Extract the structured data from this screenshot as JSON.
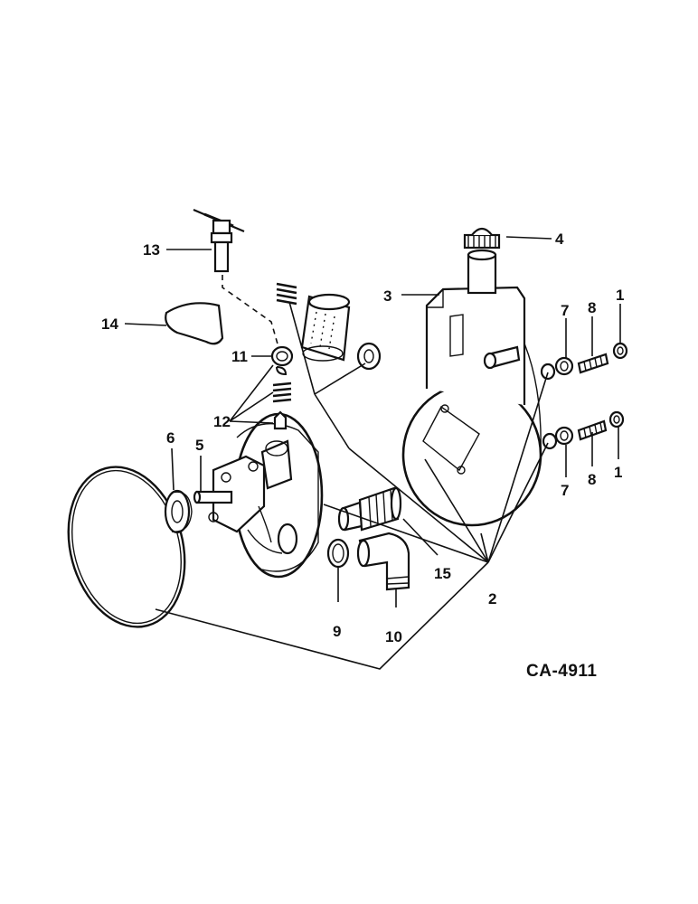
{
  "figure_id": "CA-4911",
  "callouts": {
    "c1a": "1",
    "c1b": "1",
    "c2": "2",
    "c3": "3",
    "c4": "4",
    "c5": "5",
    "c6": "6",
    "c7a": "7",
    "c7b": "7",
    "c8a": "8",
    "c8b": "8",
    "c9": "9",
    "c10": "10",
    "c11": "11",
    "c12": "12",
    "c13": "13",
    "c14": "14",
    "c15": "15"
  }
}
